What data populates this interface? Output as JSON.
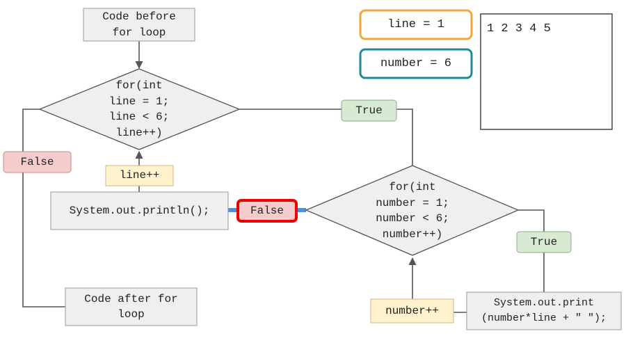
{
  "flowchart": {
    "before_loop": "Code before\nfor loop",
    "outer_condition": "for(int\nline = 1;\nline < 6;\nline++)",
    "outer_false": "False",
    "outer_true": "True",
    "outer_increment": "line++",
    "println_stmt": "System.out.println();",
    "inner_false": "False",
    "inner_condition": "for(int\nnumber = 1;\nnumber < 6;\nnumber++)",
    "inner_true": "True",
    "inner_increment": "number++",
    "print_stmt": "System.out.print\n(number*line + \" \");",
    "after_loop": "Code after for\nloop"
  },
  "state": {
    "line_var": "line = 1",
    "number_var": "number = 6",
    "console_output": "1 2 3 4 5"
  },
  "colors": {
    "box_fill": "#efefef",
    "box_stroke": "#999999",
    "line_stroke": "#555555",
    "false_fill": "#f4cccc",
    "false_stroke": "#cc8888",
    "true_fill": "#d9ead3",
    "true_stroke": "#88a888",
    "increment_fill": "#fff2cc",
    "increment_stroke": "#c8b880",
    "highlight_red": "#ee0000",
    "highlight_blue": "#4a90e2",
    "line_box_border": "#f4a63b",
    "number_box_border": "#1e8a98"
  }
}
